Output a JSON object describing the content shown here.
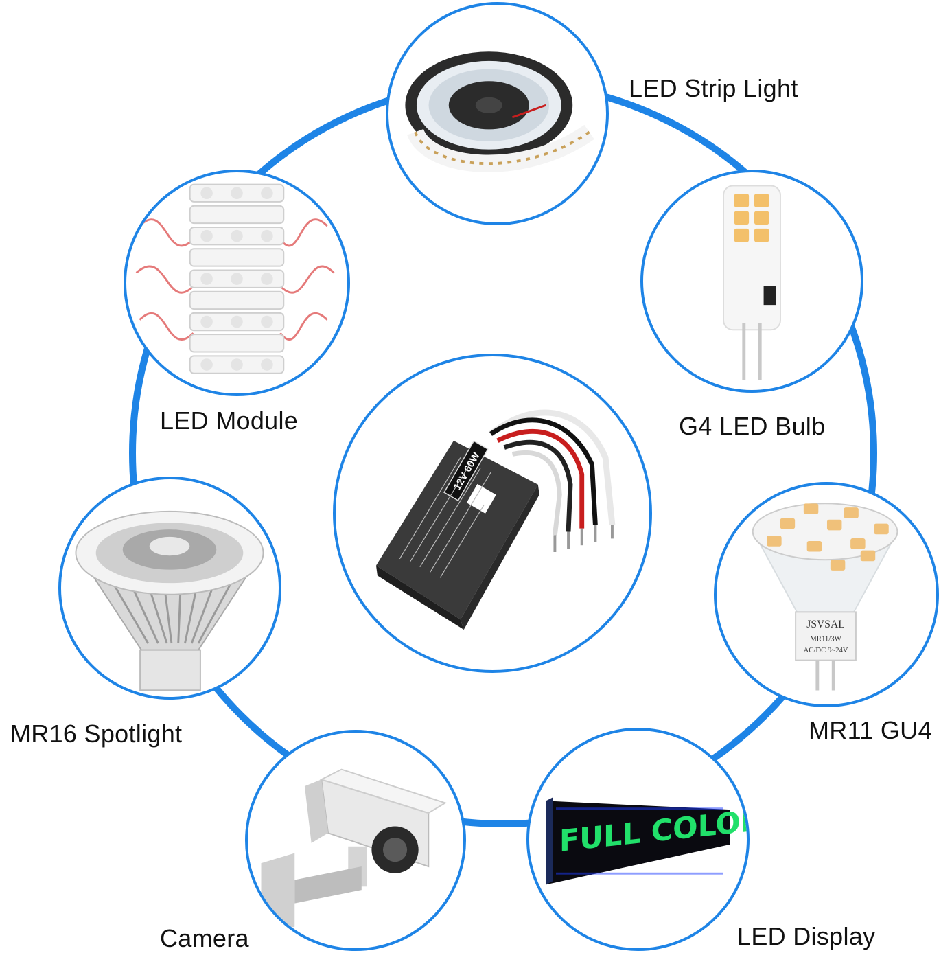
{
  "accent_color": "#1e84e6",
  "center": {
    "icon": "transformer-driver-icon",
    "rating_text": "12V 60W"
  },
  "items": [
    {
      "label": "LED Strip Light",
      "icon": "led-strip-reel-icon"
    },
    {
      "label": "G4 LED Bulb",
      "icon": "g4-bulb-icon"
    },
    {
      "label": "MR11 GU4",
      "icon": "mr11-bulb-icon",
      "print_brand": "JSVSAL",
      "print_model": "MR11/3W",
      "print_spec": "AC/DC 9~24V"
    },
    {
      "label": "LED Display",
      "icon": "led-display-icon",
      "display_text": "FULL COLOR"
    },
    {
      "label": "Camera",
      "icon": "security-camera-icon"
    },
    {
      "label": "MR16 Spotlight",
      "icon": "mr16-spotlight-icon"
    },
    {
      "label": "LED Module",
      "icon": "led-module-icon"
    }
  ]
}
